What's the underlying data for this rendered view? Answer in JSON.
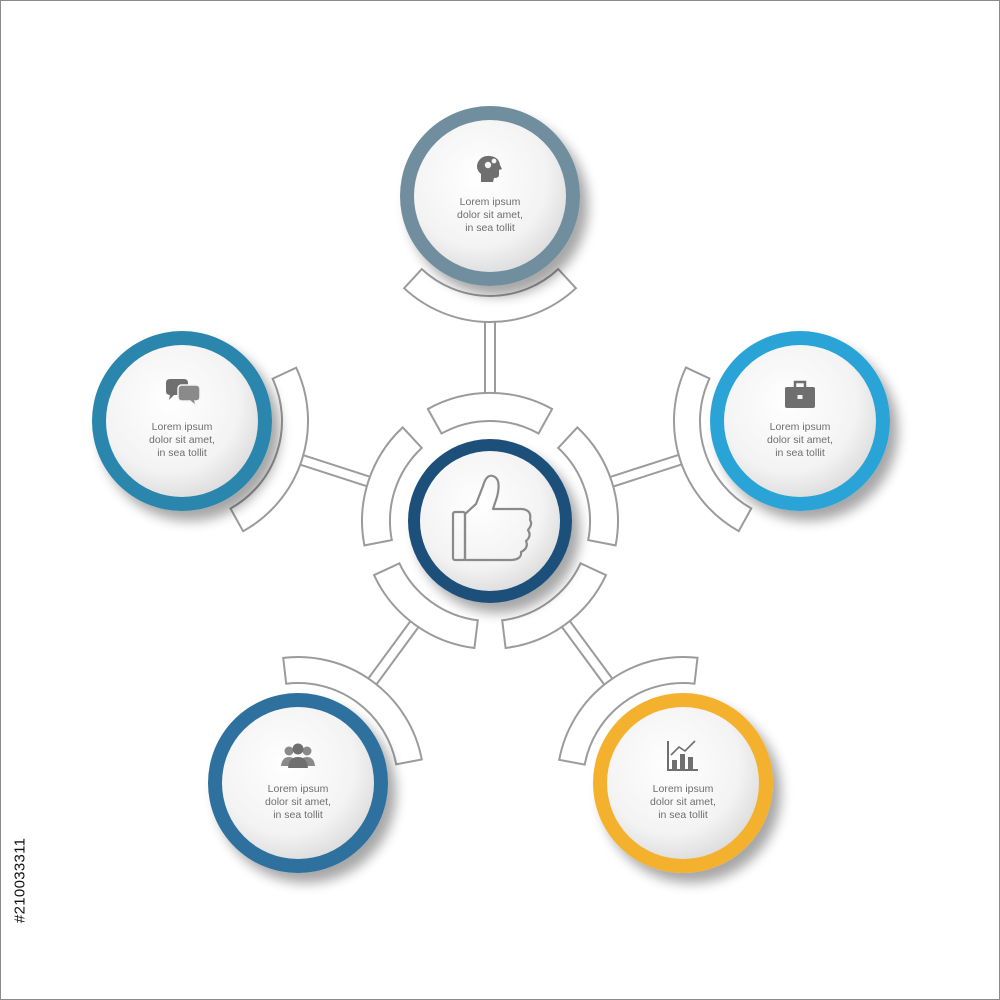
{
  "center": {
    "icon": "thumbs-up-icon",
    "ring_color": "#1f4f7a"
  },
  "nodes": [
    {
      "id": "top",
      "icon": "head-gears-icon",
      "ring_color": "#6f8e9e",
      "lines": [
        "Lorem ipsum",
        "dolor sit amet,",
        "in sea tollit"
      ]
    },
    {
      "id": "left",
      "icon": "chat-bubbles-icon",
      "ring_color": "#2a86ad",
      "lines": [
        "Lorem ipsum",
        "dolor sit amet,",
        "in sea tollit"
      ]
    },
    {
      "id": "right",
      "icon": "briefcase-icon",
      "ring_color": "#2ba4d6",
      "lines": [
        "Lorem ipsum",
        "dolor sit amet,",
        "in sea tollit"
      ]
    },
    {
      "id": "bottom-left",
      "icon": "people-icon",
      "ring_color": "#2d6f9e",
      "lines": [
        "Lorem ipsum",
        "dolor sit amet,",
        "in sea tollit"
      ]
    },
    {
      "id": "bottom-right",
      "icon": "bar-chart-icon",
      "ring_color": "#f3b12e",
      "lines": [
        "Lorem ipsum",
        "dolor sit amet,",
        "in sea tollit"
      ]
    }
  ],
  "stock_id": "#210033311"
}
